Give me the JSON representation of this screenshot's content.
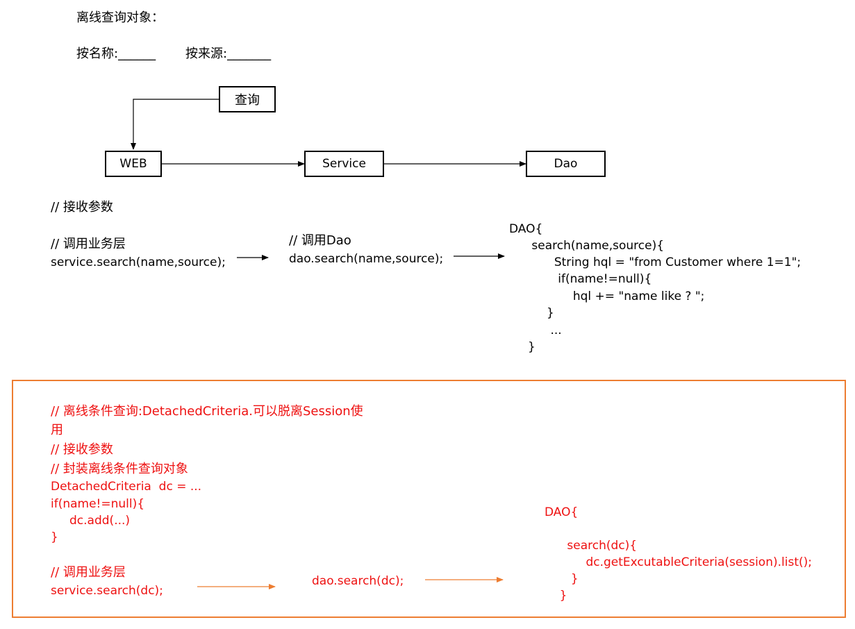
{
  "header": {
    "title": "离线查询对象：",
    "by_name": "按名称:______",
    "by_source": "按来源:_______"
  },
  "flow": {
    "query_box": "查询",
    "web_box": "WEB",
    "service_box": "Service",
    "dao_box": "Dao"
  },
  "section1": {
    "receive_params": "// 接收参数",
    "call_service_comment": "// 调用业务层",
    "call_service_code": "service.search(name,source);",
    "call_dao_comment": "// 调用Dao",
    "call_dao_code": "dao.search(name,source);",
    "dao_code": [
      "DAO{",
      "      search(name,source){",
      "            String hql = \"from Customer where 1=1\";",
      "             if(name!=null){",
      "                 hql += \"name like ? \";",
      "          }",
      "           ...",
      "     }"
    ]
  },
  "section2": {
    "comment_line1": "// 离线条件查询:DetachedCriteria.可以脱离Session使",
    "comment_line2": "用",
    "receive_params": "// 接收参数",
    "wrap_comment": "// 封装离线条件查询对象",
    "detached_code": "DetachedCriteria  dc = ...",
    "if_code": "if(name!=null){",
    "add_code": "     dc.add(...)",
    "close_brace": "}",
    "call_service_comment": "// 调用业务层",
    "call_service_code": "service.search(dc);",
    "dao_call": "dao.search(dc);",
    "dao_code": [
      "DAO{",
      "",
      "      search(dc){",
      "           dc.getExcutableCriteria(session).list();",
      "       }",
      "    }"
    ]
  },
  "colors": {
    "accent_orange": "#ed7d31",
    "code_red": "#ee1111"
  }
}
